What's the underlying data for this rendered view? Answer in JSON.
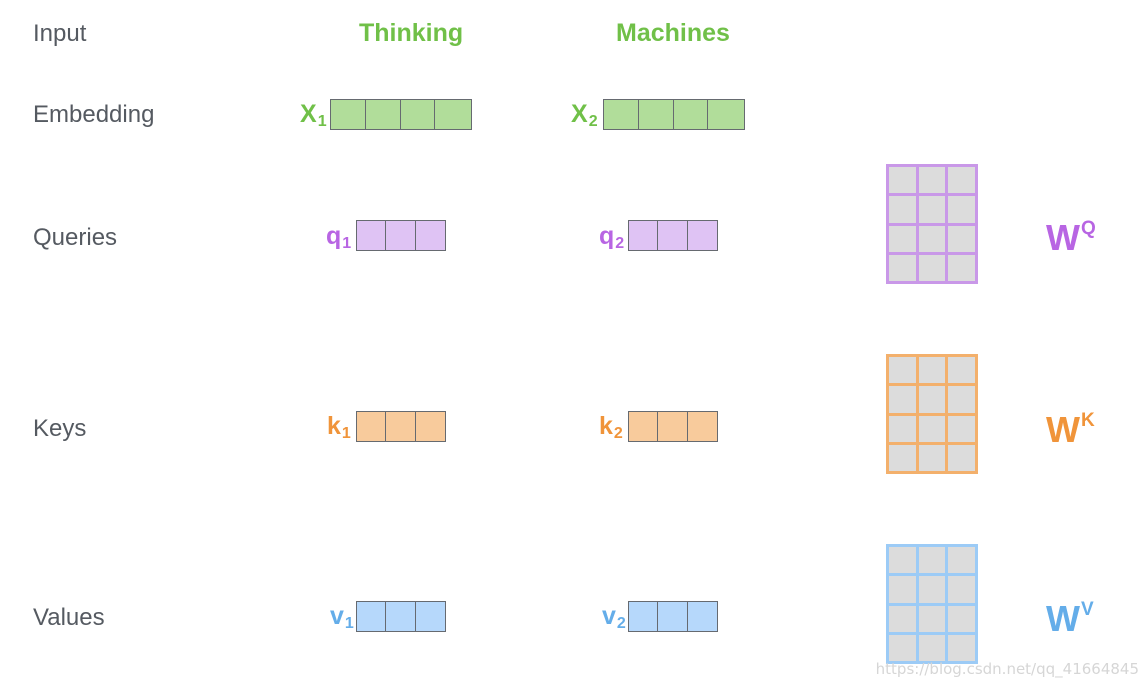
{
  "rows": {
    "input": "Input",
    "embedding": "Embedding",
    "queries": "Queries",
    "keys": "Keys",
    "values": "Values"
  },
  "words": [
    "Thinking",
    "Machines"
  ],
  "embeddings": [
    {
      "symbol": "X",
      "sub": "1"
    },
    {
      "symbol": "X",
      "sub": "2"
    }
  ],
  "queries": [
    {
      "symbol": "q",
      "sub": "1"
    },
    {
      "symbol": "q",
      "sub": "2"
    }
  ],
  "keys": [
    {
      "symbol": "k",
      "sub": "1"
    },
    {
      "symbol": "k",
      "sub": "2"
    }
  ],
  "values": [
    {
      "symbol": "v",
      "sub": "1"
    },
    {
      "symbol": "v",
      "sub": "2"
    }
  ],
  "weights": {
    "query": {
      "symbol": "W",
      "sup": "Q"
    },
    "key": {
      "symbol": "W",
      "sup": "K"
    },
    "value": {
      "symbol": "W",
      "sup": "V"
    }
  },
  "colors": {
    "embedding": "#70c048",
    "query": "#b865e3",
    "key": "#f0943a",
    "value": "#64ade9",
    "label": "#555a61"
  },
  "watermark": "https://blog.csdn.net/qq_41664845"
}
